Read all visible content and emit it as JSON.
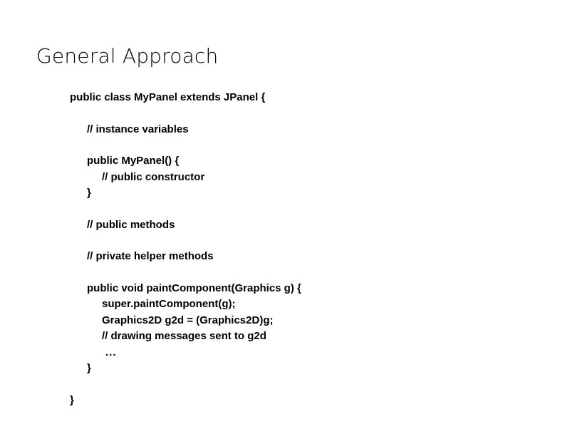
{
  "slide": {
    "title": "General Approach",
    "background_color": "#ffffff",
    "text_color": "#000000"
  },
  "code": {
    "language": "java",
    "blocks": [
      {
        "lines": [
          {
            "text": "public class MyPanel extends JPanel {",
            "indent": 0
          }
        ]
      },
      {
        "lines": [
          {
            "text": "// instance variables",
            "indent": 1
          }
        ]
      },
      {
        "lines": [
          {
            "text": "public MyPanel() {",
            "indent": 1
          },
          {
            "text": "// public constructor",
            "indent": 2
          },
          {
            "text": "}",
            "indent": 1
          }
        ]
      },
      {
        "lines": [
          {
            "text": "// public methods",
            "indent": 1
          }
        ]
      },
      {
        "lines": [
          {
            "text": "// private helper methods",
            "indent": 1
          }
        ]
      },
      {
        "lines": [
          {
            "text": "public void paintComponent(Graphics g) {",
            "indent": 1
          },
          {
            "text": "super.paintComponent(g);",
            "indent": 2
          },
          {
            "text": "Graphics2D g2d = (Graphics2D)g;",
            "indent": 2
          },
          {
            "text": "// drawing messages sent to g2d",
            "indent": 2
          },
          {
            "text": "...",
            "indent": 3
          },
          {
            "text": "}",
            "indent": 1
          }
        ]
      },
      {
        "lines": [
          {
            "text": "}",
            "indent": 0
          }
        ]
      }
    ]
  }
}
